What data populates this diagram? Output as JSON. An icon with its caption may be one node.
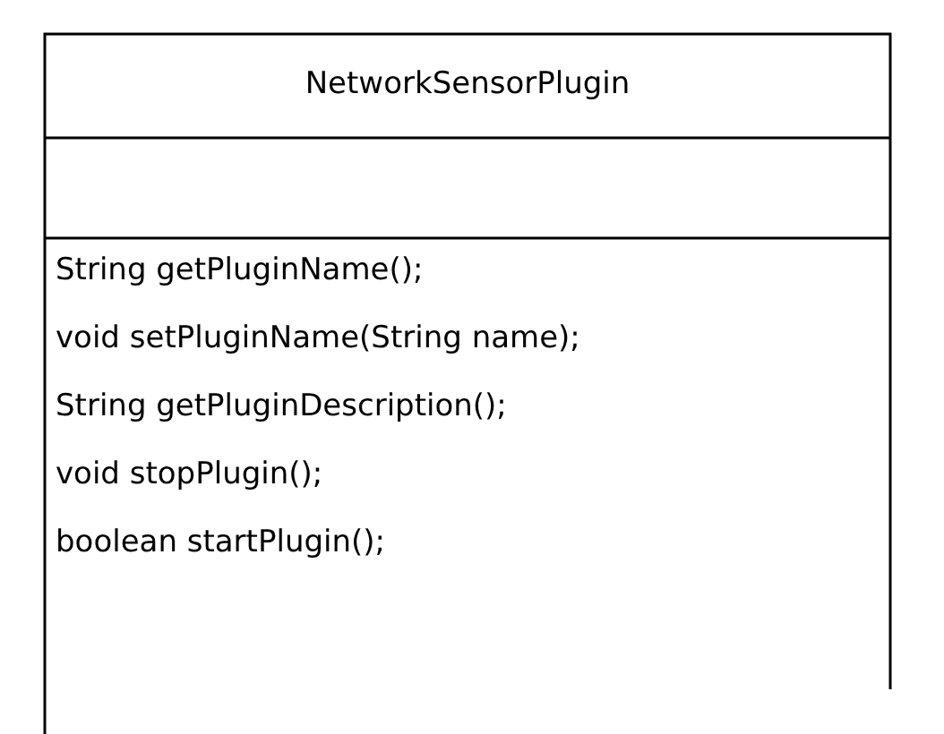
{
  "diagram": {
    "nodes": [
      {
        "text": [
          "NetworkSensorPlugin",
          "String getPluginName();",
          "void setPluginName(String name);",
          "String getPluginDescription();",
          "void stopPlugin();",
          "boolean startPlugin();"
        ]
      }
    ]
  }
}
